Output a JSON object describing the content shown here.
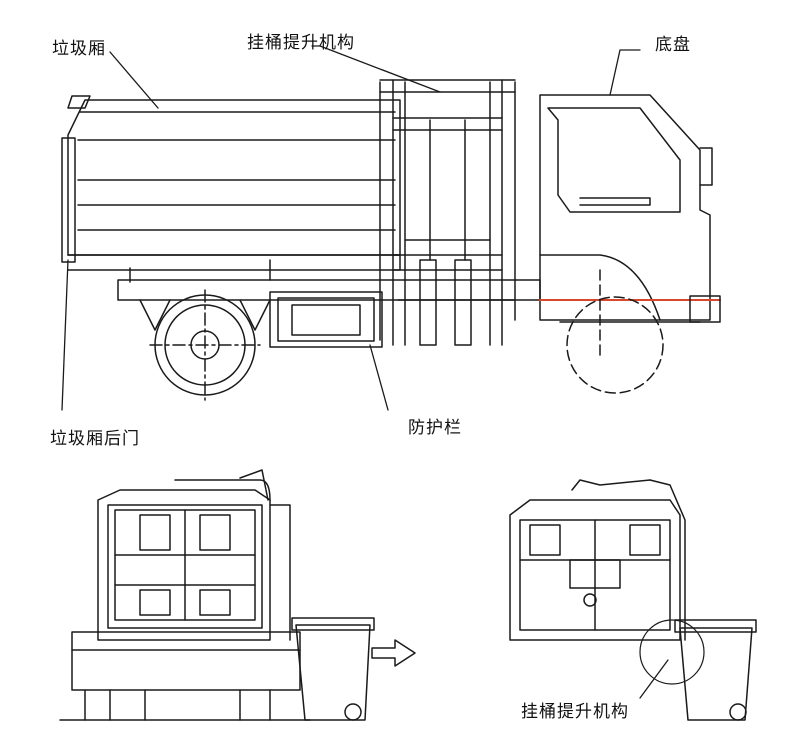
{
  "labels": {
    "cargo_box": "垃圾厢",
    "bin_lift_top": "挂桶提升机构",
    "chassis": "底盘",
    "rear_door": "垃圾厢后门",
    "guard_rail": "防护栏",
    "bin_lift_bottom": "挂桶提升机构"
  },
  "colors": {
    "line": "#1a1a1a",
    "accent": "#d9482b"
  }
}
